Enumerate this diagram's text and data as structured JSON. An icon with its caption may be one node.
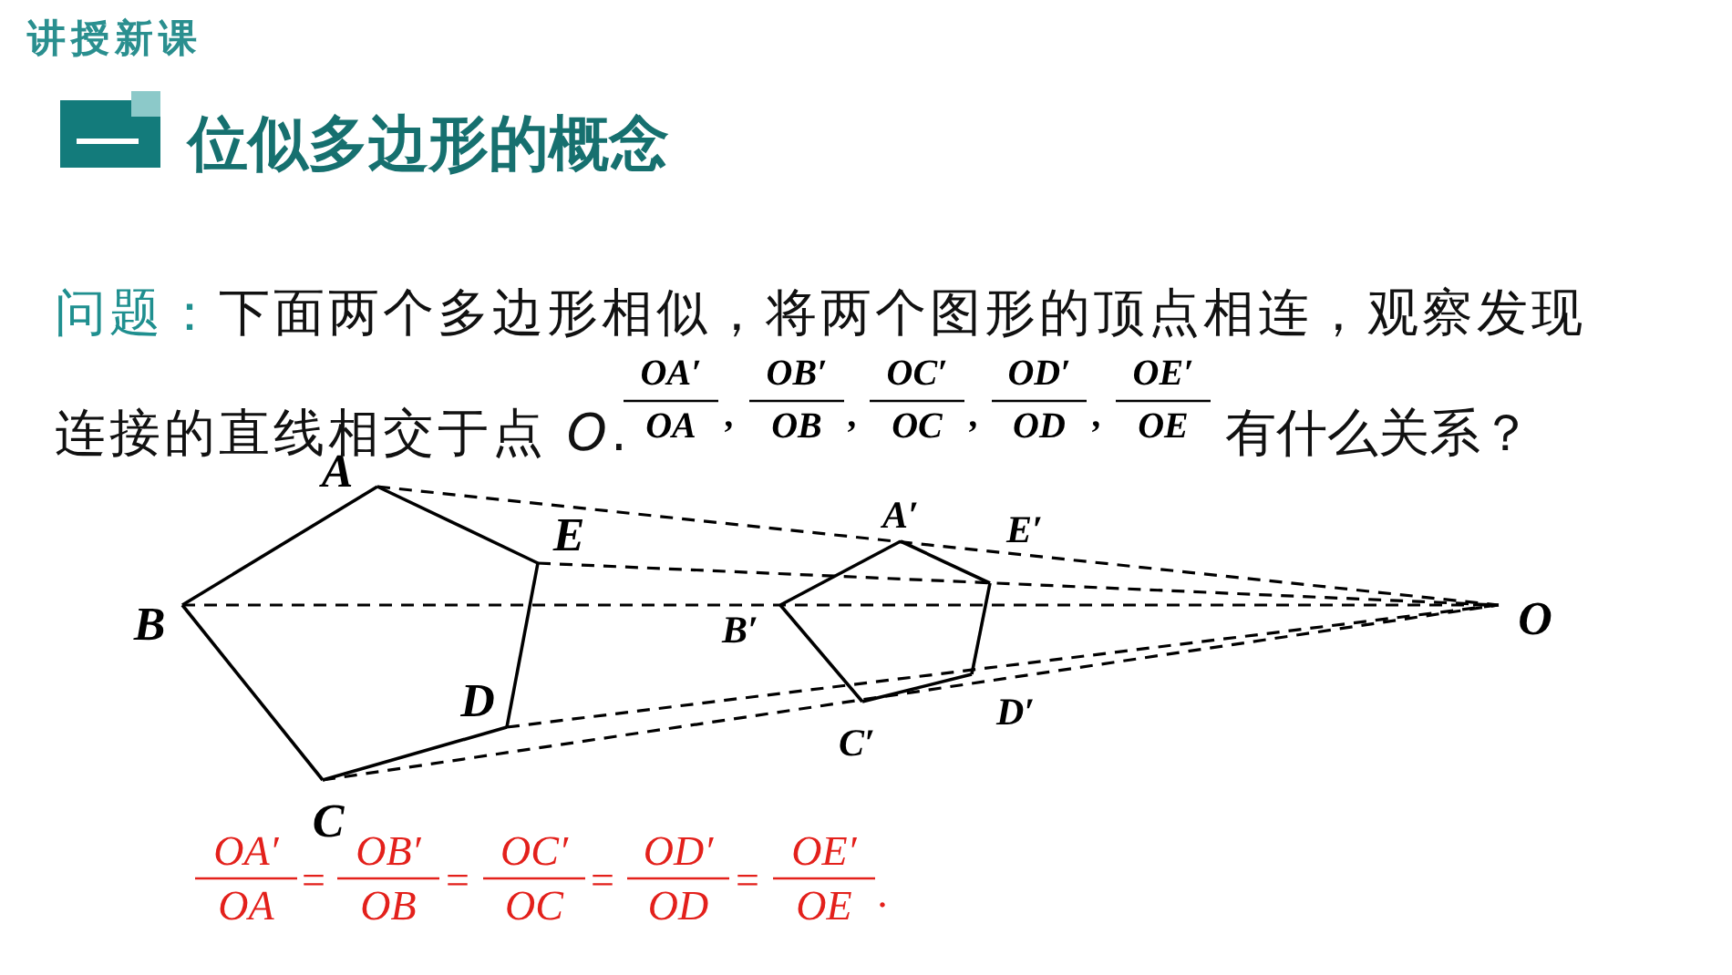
{
  "diagram": {
    "title": "位似多边形的概念",
    "nodes": [
      {
        "text": [
          "A"
        ]
      },
      {
        "text": [
          "B"
        ]
      },
      {
        "text": [
          "C"
        ]
      },
      {
        "text": [
          "D"
        ]
      },
      {
        "text": [
          "E"
        ]
      },
      {
        "text": [
          "A′"
        ]
      },
      {
        "text": [
          "B′"
        ]
      },
      {
        "text": [
          "C′"
        ]
      },
      {
        "text": [
          "D′"
        ]
      },
      {
        "text": [
          "E′"
        ]
      },
      {
        "text": [
          "O"
        ]
      }
    ],
    "edges": [
      {
        "from": 0,
        "to": 1,
        "arrow": "none"
      },
      {
        "from": 1,
        "to": 2,
        "arrow": "none"
      },
      {
        "from": 2,
        "to": 3,
        "arrow": "none"
      },
      {
        "from": 3,
        "to": 4,
        "arrow": "none"
      },
      {
        "from": 4,
        "to": 0,
        "arrow": "none"
      },
      {
        "from": 5,
        "to": 6,
        "arrow": "none"
      },
      {
        "from": 6,
        "to": 7,
        "arrow": "none"
      },
      {
        "from": 7,
        "to": 8,
        "arrow": "none"
      },
      {
        "from": 8,
        "to": 9,
        "arrow": "none"
      },
      {
        "from": 9,
        "to": 5,
        "arrow": "none"
      },
      {
        "from": 0,
        "to": 10,
        "arrow": "none",
        "style": "dashed"
      },
      {
        "from": 1,
        "to": 10,
        "arrow": "none",
        "style": "dashed"
      },
      {
        "from": 2,
        "to": 10,
        "arrow": "none",
        "style": "dashed"
      },
      {
        "from": 3,
        "to": 10,
        "arrow": "none",
        "style": "dashed"
      },
      {
        "from": 4,
        "to": 10,
        "arrow": "none",
        "style": "dashed"
      }
    ],
    "labels": [
      "讲授新课",
      "问题：",
      "下面两个多边形相似，将两个图形的顶点相连，观察发现连接的直线相交于点 *O*.",
      "OA′",
      "OA",
      ",",
      "OB′",
      "OB",
      ",",
      "OC′",
      "OC",
      ",",
      "OD′",
      "OD",
      ",",
      "OE′",
      "OE",
      "有什么关系？",
      "OA′",
      "OA",
      "=",
      "OB′",
      "OB",
      "=",
      "OC′",
      "OC",
      "=",
      "OD′",
      "OD",
      "=",
      "OE′",
      "OE",
      "."
    ]
  }
}
